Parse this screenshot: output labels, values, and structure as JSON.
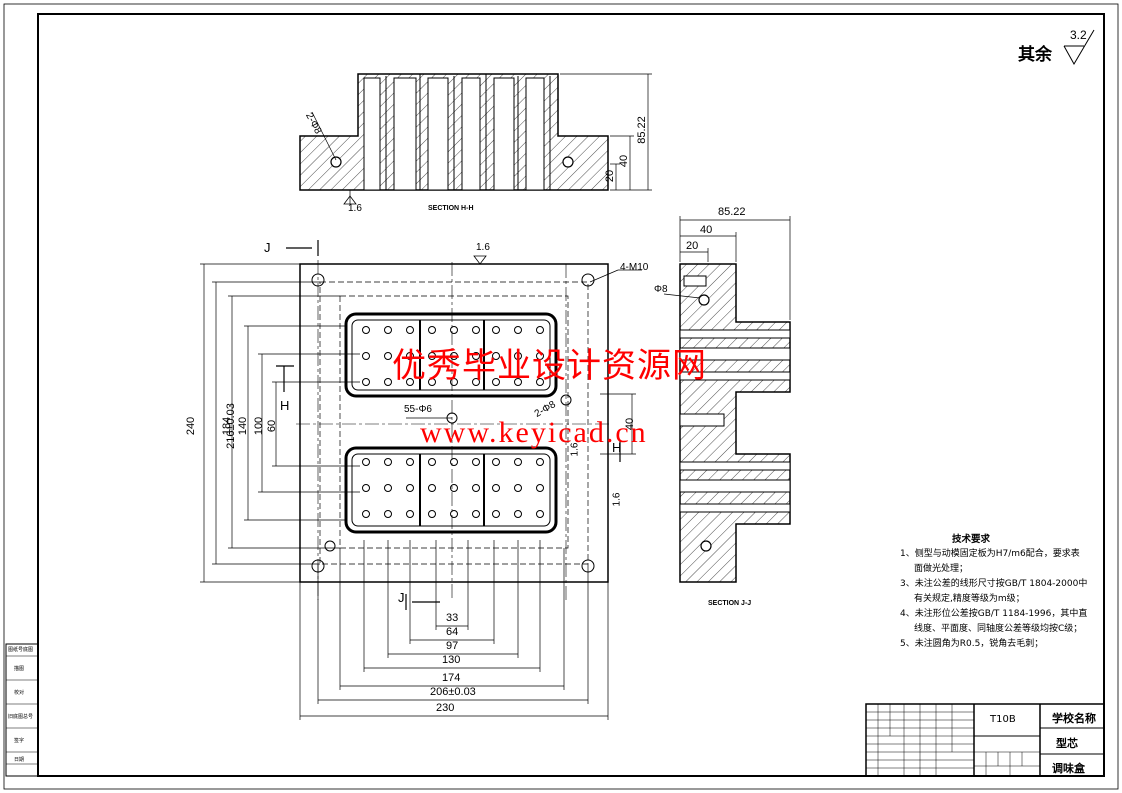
{
  "roughness": {
    "label": "其余",
    "value": "3.2"
  },
  "views": {
    "section_hh": {
      "title": "SECTION H-H",
      "dims": [
        "85.22",
        "40",
        "20",
        "1.6"
      ],
      "callout": "2-Φ8"
    },
    "section_jj": {
      "title": "SECTION J-J",
      "dims": [
        "85.22",
        "40",
        "20"
      ],
      "callout": "Φ8"
    },
    "plan": {
      "section_marks": [
        "J",
        "J",
        "H",
        "H"
      ],
      "horizontal_dims": [
        "33",
        "64",
        "97",
        "130",
        "174",
        "206±0.03",
        "230"
      ],
      "vertical_dims": [
        "240",
        "216±0.03",
        "184",
        "140",
        "100",
        "60",
        "40"
      ],
      "callouts": [
        "4-M10",
        "55-Φ6",
        "1.6",
        "1.6",
        "2-Φ8",
        "1.6"
      ]
    }
  },
  "watermark": {
    "line1": "优秀毕业设计资源网",
    "line2": "www.keyicad.cn"
  },
  "notes": {
    "title": "技术要求",
    "items": [
      "1、侧型与动模固定板为H7/m6配合，要求表",
      "面做光处理；",
      "3、未注公差的线形尺寸按GB/T 1804-2000中",
      "有关规定,精度等级为m级；",
      "4、未注形位公差按GB/T 1184-1996，其中直",
      "线度、平面度、同轴度公差等级均按C级；",
      "5、未注圆角为R0.5，锐角去毛刺；"
    ]
  },
  "title_block": {
    "material": "T10B",
    "school": "学校名称",
    "part": "型芯",
    "drawing": "调味盒"
  },
  "side_strip": [
    "图纸号底图",
    "描图",
    "校对",
    "旧底图总号",
    "签字",
    "日期"
  ]
}
